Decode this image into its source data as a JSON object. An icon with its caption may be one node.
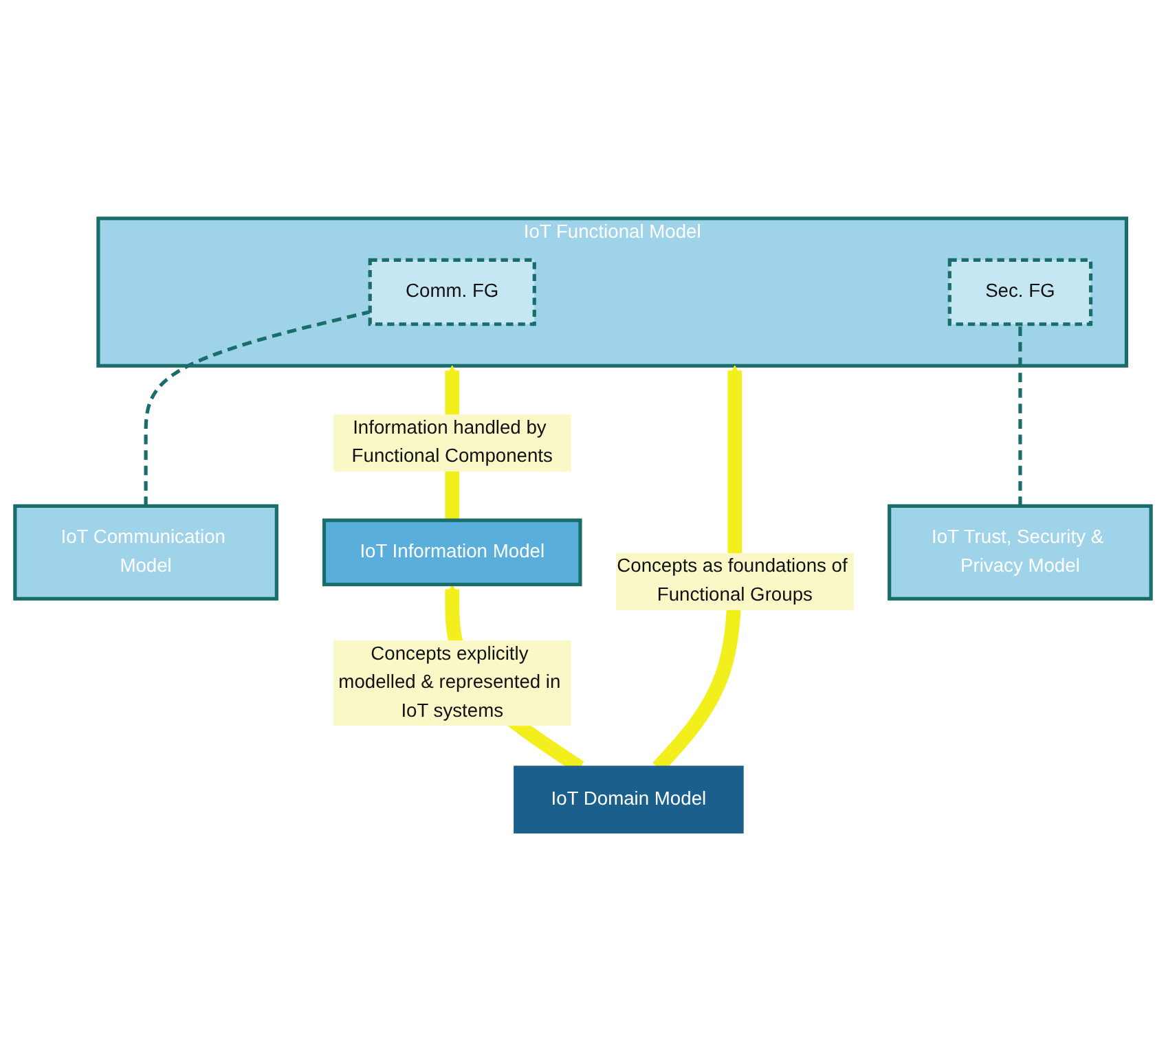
{
  "diagram": {
    "nodes": [
      {
        "text": [
          "IoT Communication Model"
        ]
      },
      {
        "text": [
          "IoT Trust, Security & Privacy Model"
        ]
      },
      {
        "text": [
          "IoT Functional Model"
        ]
      },
      {
        "text": [
          "Comm. FG"
        ],
        "in": 2
      },
      {
        "text": [
          "Sec. FG"
        ],
        "in": 2
      },
      {
        "text": [
          "IoT Information Model"
        ]
      },
      {
        "text": [
          "IoT Domain Model"
        ]
      }
    ],
    "edges": [
      {
        "from": 0,
        "to": 3,
        "arrow": "none",
        "style": "dashed",
        "color": "#1a6e6a"
      },
      {
        "from": 1,
        "to": 4,
        "arrow": "none",
        "style": "dashed",
        "color": "#1a6e6a"
      },
      {
        "from": 5,
        "to": 2,
        "arrow": "to",
        "color": "#f2ef1c",
        "label": "Information handled by Functional Components"
      },
      {
        "from": 6,
        "to": 5,
        "arrow": "to",
        "color": "#f2ef1c",
        "label": "Concepts explicitly modelled & represented in IoT systems"
      },
      {
        "from": 6,
        "to": 2,
        "arrow": "to",
        "color": "#f2ef1c",
        "label": "Concepts as foundations of Functional Groups"
      }
    ]
  }
}
